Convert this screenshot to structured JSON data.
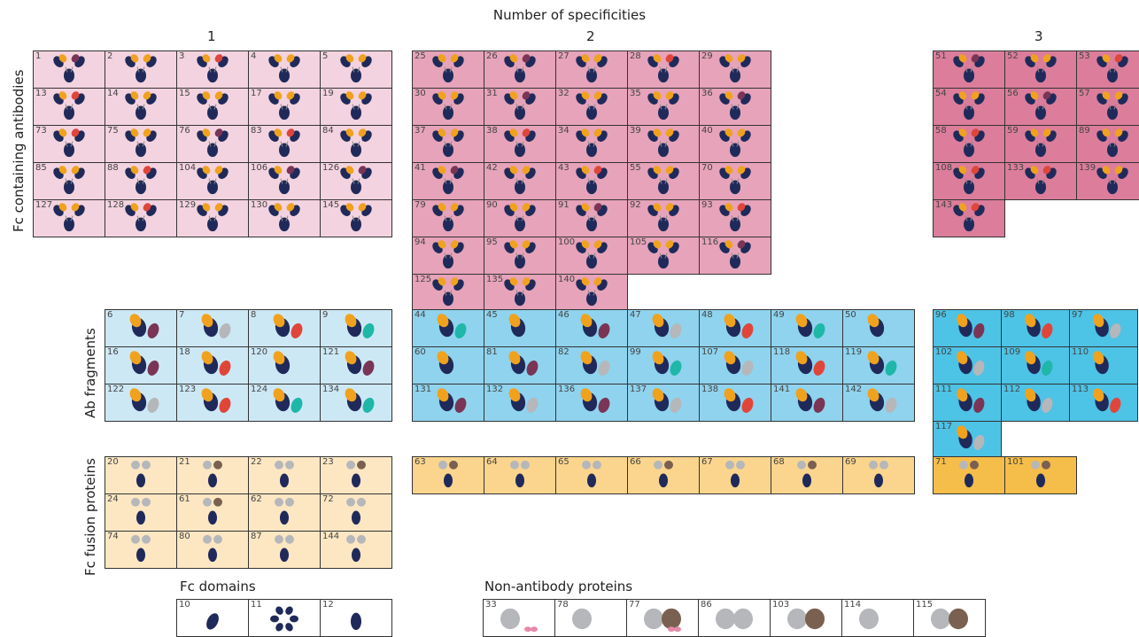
{
  "title": "Number of specificities",
  "column_headers": [
    "1",
    "2",
    "3"
  ],
  "row_labels": {
    "fc_containing": "Fc containing antibodies",
    "ab_fragments": "Ab fragments",
    "fc_fusion": "Fc fusion proteins"
  },
  "section_labels": {
    "fc_domains": "Fc domains",
    "non_antibody": "Non-antibody proteins"
  },
  "colors": {
    "pink_light": "#f3d3df",
    "pink_mid": "#e6a3b9",
    "pink_dark": "#db7d9b",
    "blue_light": "#cde8f5",
    "blue_mid": "#8fd3ee",
    "blue_dark": "#4dc3e6",
    "yellow_light": "#fde7c3",
    "yellow_mid": "#fbd58e",
    "yellow_dark": "#f5bd49",
    "navy": "#1f2a5a",
    "orange": "#f0a21e",
    "purple": "#7a3556",
    "gray": "#b5b7ba",
    "brown": "#7a6050",
    "red": "#e0453a",
    "teal": "#1fb7a8",
    "pink_dots": "#e58aa8"
  },
  "grids": {
    "fc1": {
      "cells": [
        "1",
        "2",
        "3",
        "4",
        "5",
        "13",
        "14",
        "15",
        "17",
        "19",
        "73",
        "75",
        "76",
        "83",
        "84",
        "85",
        "88",
        "104",
        "106",
        "126",
        "127",
        "128",
        "129",
        "130",
        "145"
      ]
    },
    "fc2": {
      "cells": [
        "25",
        "26",
        "27",
        "28",
        "29",
        "30",
        "31",
        "32",
        "35",
        "36",
        "37",
        "38",
        "34",
        "39",
        "40",
        "41",
        "42",
        "43",
        "55",
        "70",
        "79",
        "90",
        "91",
        "92",
        "93",
        "94",
        "95",
        "100",
        "105",
        "116",
        "125",
        "135",
        "140"
      ]
    },
    "fc3": {
      "cells": [
        "51",
        "52",
        "53",
        "54",
        "56",
        "57",
        "58",
        "59",
        "89",
        "108",
        "133",
        "139",
        "143"
      ]
    },
    "ab1": {
      "cells": [
        "6",
        "7",
        "8",
        "9",
        "16",
        "18",
        "120",
        "121",
        "122",
        "123",
        "124",
        "134"
      ]
    },
    "ab2": {
      "cells": [
        "44",
        "45",
        "46",
        "47",
        "48",
        "49",
        "50",
        "60",
        "81",
        "82",
        "99",
        "107",
        "118",
        "119",
        "131",
        "132",
        "136",
        "137",
        "138",
        "141",
        "142"
      ]
    },
    "ab3": {
      "cells": [
        "96",
        "98",
        "97",
        "102",
        "109",
        "110",
        "111",
        "112",
        "113",
        "117"
      ]
    },
    "fu1": {
      "cells": [
        "20",
        "21",
        "22",
        "23",
        "24",
        "61",
        "62",
        "72",
        "74",
        "80",
        "87",
        "144"
      ]
    },
    "fu2": {
      "cells": [
        "63",
        "64",
        "65",
        "66",
        "67",
        "68",
        "69"
      ]
    },
    "fu3": {
      "cells": [
        "71",
        "101"
      ]
    },
    "fcd": {
      "cells": [
        "10",
        "11",
        "12"
      ]
    },
    "nab": {
      "cells": [
        "33",
        "78",
        "77",
        "86",
        "103",
        "114",
        "115"
      ]
    }
  }
}
